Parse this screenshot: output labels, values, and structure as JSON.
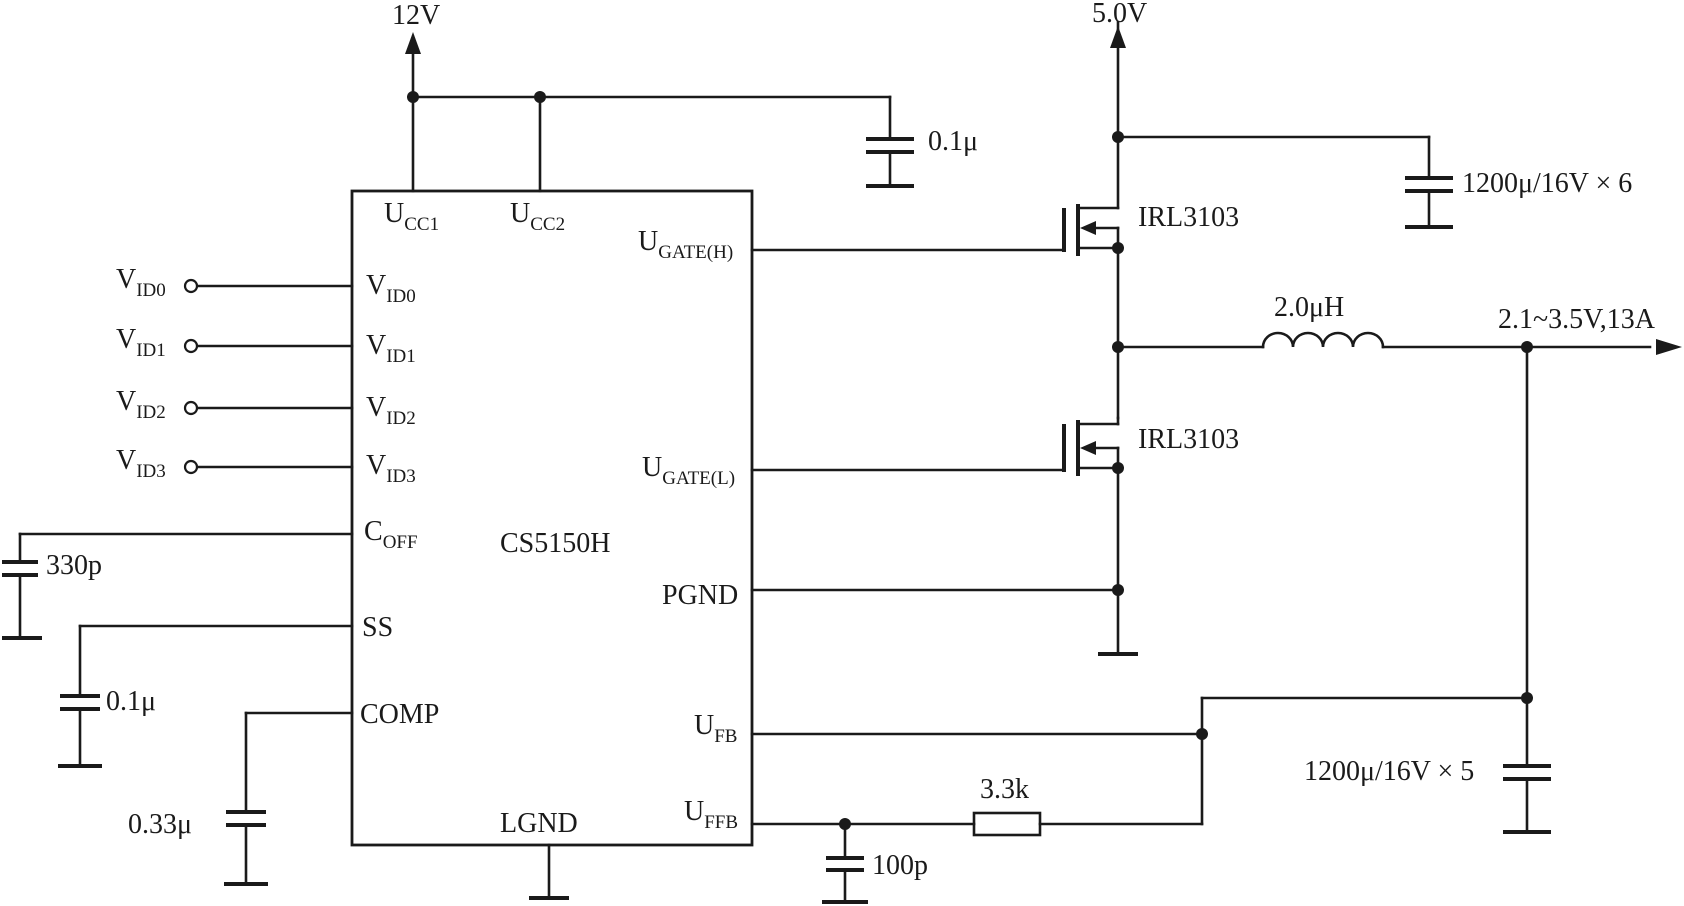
{
  "ic": {
    "name": "CS5150H",
    "pins": {
      "ucc1": {
        "main": "U",
        "sub": "CC1"
      },
      "ucc2": {
        "main": "U",
        "sub": "CC2"
      },
      "vid0": {
        "main": "V",
        "sub": "ID0"
      },
      "vid1": {
        "main": "V",
        "sub": "ID1"
      },
      "vid2": {
        "main": "V",
        "sub": "ID2"
      },
      "vid3": {
        "main": "V",
        "sub": "ID3"
      },
      "coff": {
        "main": "C",
        "sub": "OFF"
      },
      "ss": {
        "main": "SS"
      },
      "comp": {
        "main": "COMP"
      },
      "lgnd": {
        "main": "LGND"
      },
      "ugate_h": {
        "main": "U",
        "sub": "GATE(H)"
      },
      "ugate_l": {
        "main": "U",
        "sub": "GATE(L)"
      },
      "pgnd": {
        "main": "PGND"
      },
      "ufb": {
        "main": "U",
        "sub": "FB"
      },
      "uffb": {
        "main": "U",
        "sub": "FFB"
      }
    }
  },
  "inputs": {
    "vid0": {
      "main": "V",
      "sub": "ID0"
    },
    "vid1": {
      "main": "V",
      "sub": "ID1"
    },
    "vid2": {
      "main": "V",
      "sub": "ID2"
    },
    "vid3": {
      "main": "V",
      "sub": "ID3"
    }
  },
  "rails": {
    "v12": "12V",
    "v5": "5.0V"
  },
  "output": {
    "label": "2.1~3.5V,13A"
  },
  "components": {
    "c_vcc": "0.1μ",
    "c_in_bank": "1200μ/16V × 6",
    "q_high": "IRL3103",
    "q_low": "IRL3103",
    "inductor": "2.0μH",
    "c_off": "330p",
    "c_ss": "0.1μ",
    "c_comp": "0.33μ",
    "c_out_bank": "1200μ/16V × 5",
    "r_ffb": "3.3k",
    "c_ffb": "100p"
  }
}
